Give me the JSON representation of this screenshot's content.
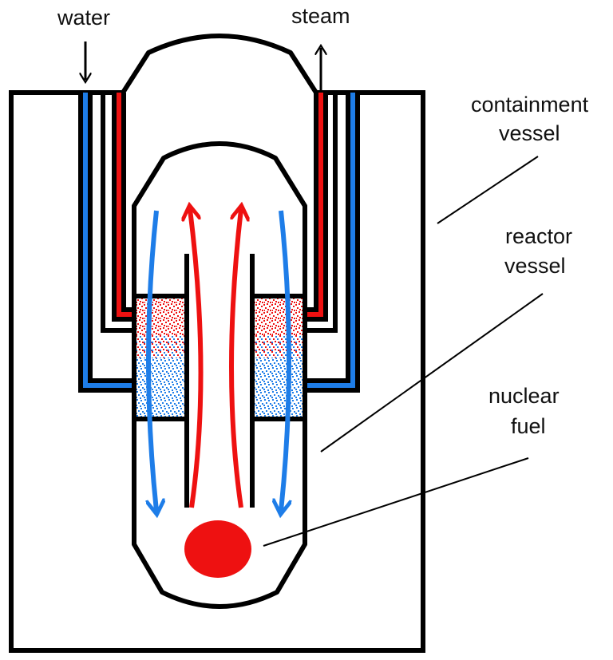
{
  "labels": {
    "water": "water",
    "steam": "steam",
    "containment_line1": "containment",
    "containment_line2": "vessel",
    "reactor_line1": "reactor",
    "reactor_line2": "vessel",
    "fuel_line1": "nuclear",
    "fuel_line2": "fuel"
  },
  "colors": {
    "outline": "#000000",
    "cold_water": "#1e7de8",
    "hot_steam": "#ee1111",
    "background": "#ffffff"
  }
}
